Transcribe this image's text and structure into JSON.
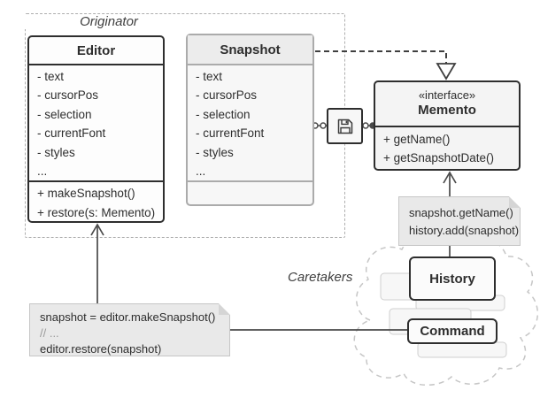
{
  "diagram": {
    "originator_label": "Originator",
    "caretakers_label": "Caretakers",
    "classes": {
      "editor": {
        "title": "Editor",
        "attributes": [
          "- text",
          "- cursorPos",
          "- selection",
          "- currentFont",
          "- styles",
          "..."
        ],
        "methods": [
          "+ makeSnapshot()",
          "+ restore(s: Memento)"
        ]
      },
      "snapshot": {
        "title": "Snapshot",
        "attributes": [
          "- text",
          "- cursorPos",
          "- selection",
          "- currentFont",
          "- styles",
          "..."
        ],
        "methods": []
      },
      "memento": {
        "stereotype": "«interface»",
        "title": "Memento",
        "methods": [
          "+ getName()",
          "+ getSnapshotDate()"
        ]
      },
      "history": {
        "title": "History"
      },
      "command": {
        "title": "Command"
      }
    },
    "notes": {
      "memento_note": {
        "lines": [
          "snapshot.getName()",
          "history.add(snapshot)"
        ]
      },
      "editor_note": {
        "lines": [
          "snapshot = editor.makeSnapshot()",
          "// ...",
          "editor.restore(snapshot)"
        ]
      }
    },
    "icons": {
      "center_icon": "floppy-disk"
    },
    "colors": {
      "dark_border": "#2e2e2e",
      "light_border": "#ababab",
      "line": "#4a4a4a",
      "dashed_boundary": "#aeaeae",
      "cloud_dash": "#c6c6c6",
      "note_fill": "#e9e9e9",
      "ghost_fill": "#f7f7f7",
      "muted_text": "#9a9a9a"
    }
  }
}
